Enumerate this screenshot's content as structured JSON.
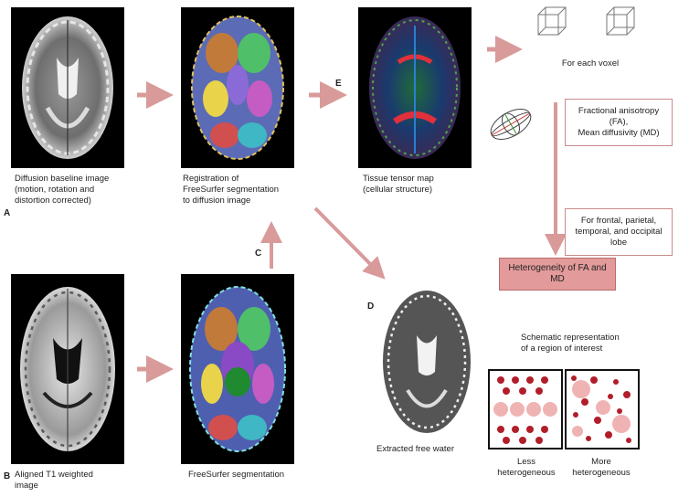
{
  "colors": {
    "arrow": "#d99a9a",
    "box_border": "#c98a8a",
    "heterogeneity_fill": "#e39a9a",
    "dot_dark": "#b11e2a",
    "dot_light": "#f0b3b3"
  },
  "letters": {
    "a": "A",
    "b": "B",
    "c": "C",
    "d": "D",
    "e": "E"
  },
  "captions": {
    "diffusion_baseline": "Diffusion baseline image\n(motion, rotation and\ndistortion corrected)",
    "registration": "Registration of\nFreeSurfer segmentation\nto diffusion image",
    "tensor_map": "Tissue tensor map\n(cellular structure)",
    "for_each_voxel": "For each voxel",
    "aligned_t1": "Aligned T1 weighted\nimage",
    "freesurfer_seg": "FreeSurfer segmentation",
    "free_water": "Extracted free water",
    "schematic": "Schematic representation\nof a region of interest",
    "less_hetero": "Less\nheterogeneous",
    "more_hetero": "More\nheterogeneous"
  },
  "boxes": {
    "fa_md": "Fractional anisotropy\n(FA),\nMean diffusivity (MD)",
    "lobes": "For frontal, parietal,\ntemporal, and occipital\nlobe",
    "heterogeneity": "Heterogeneity of FA and\nMD"
  }
}
